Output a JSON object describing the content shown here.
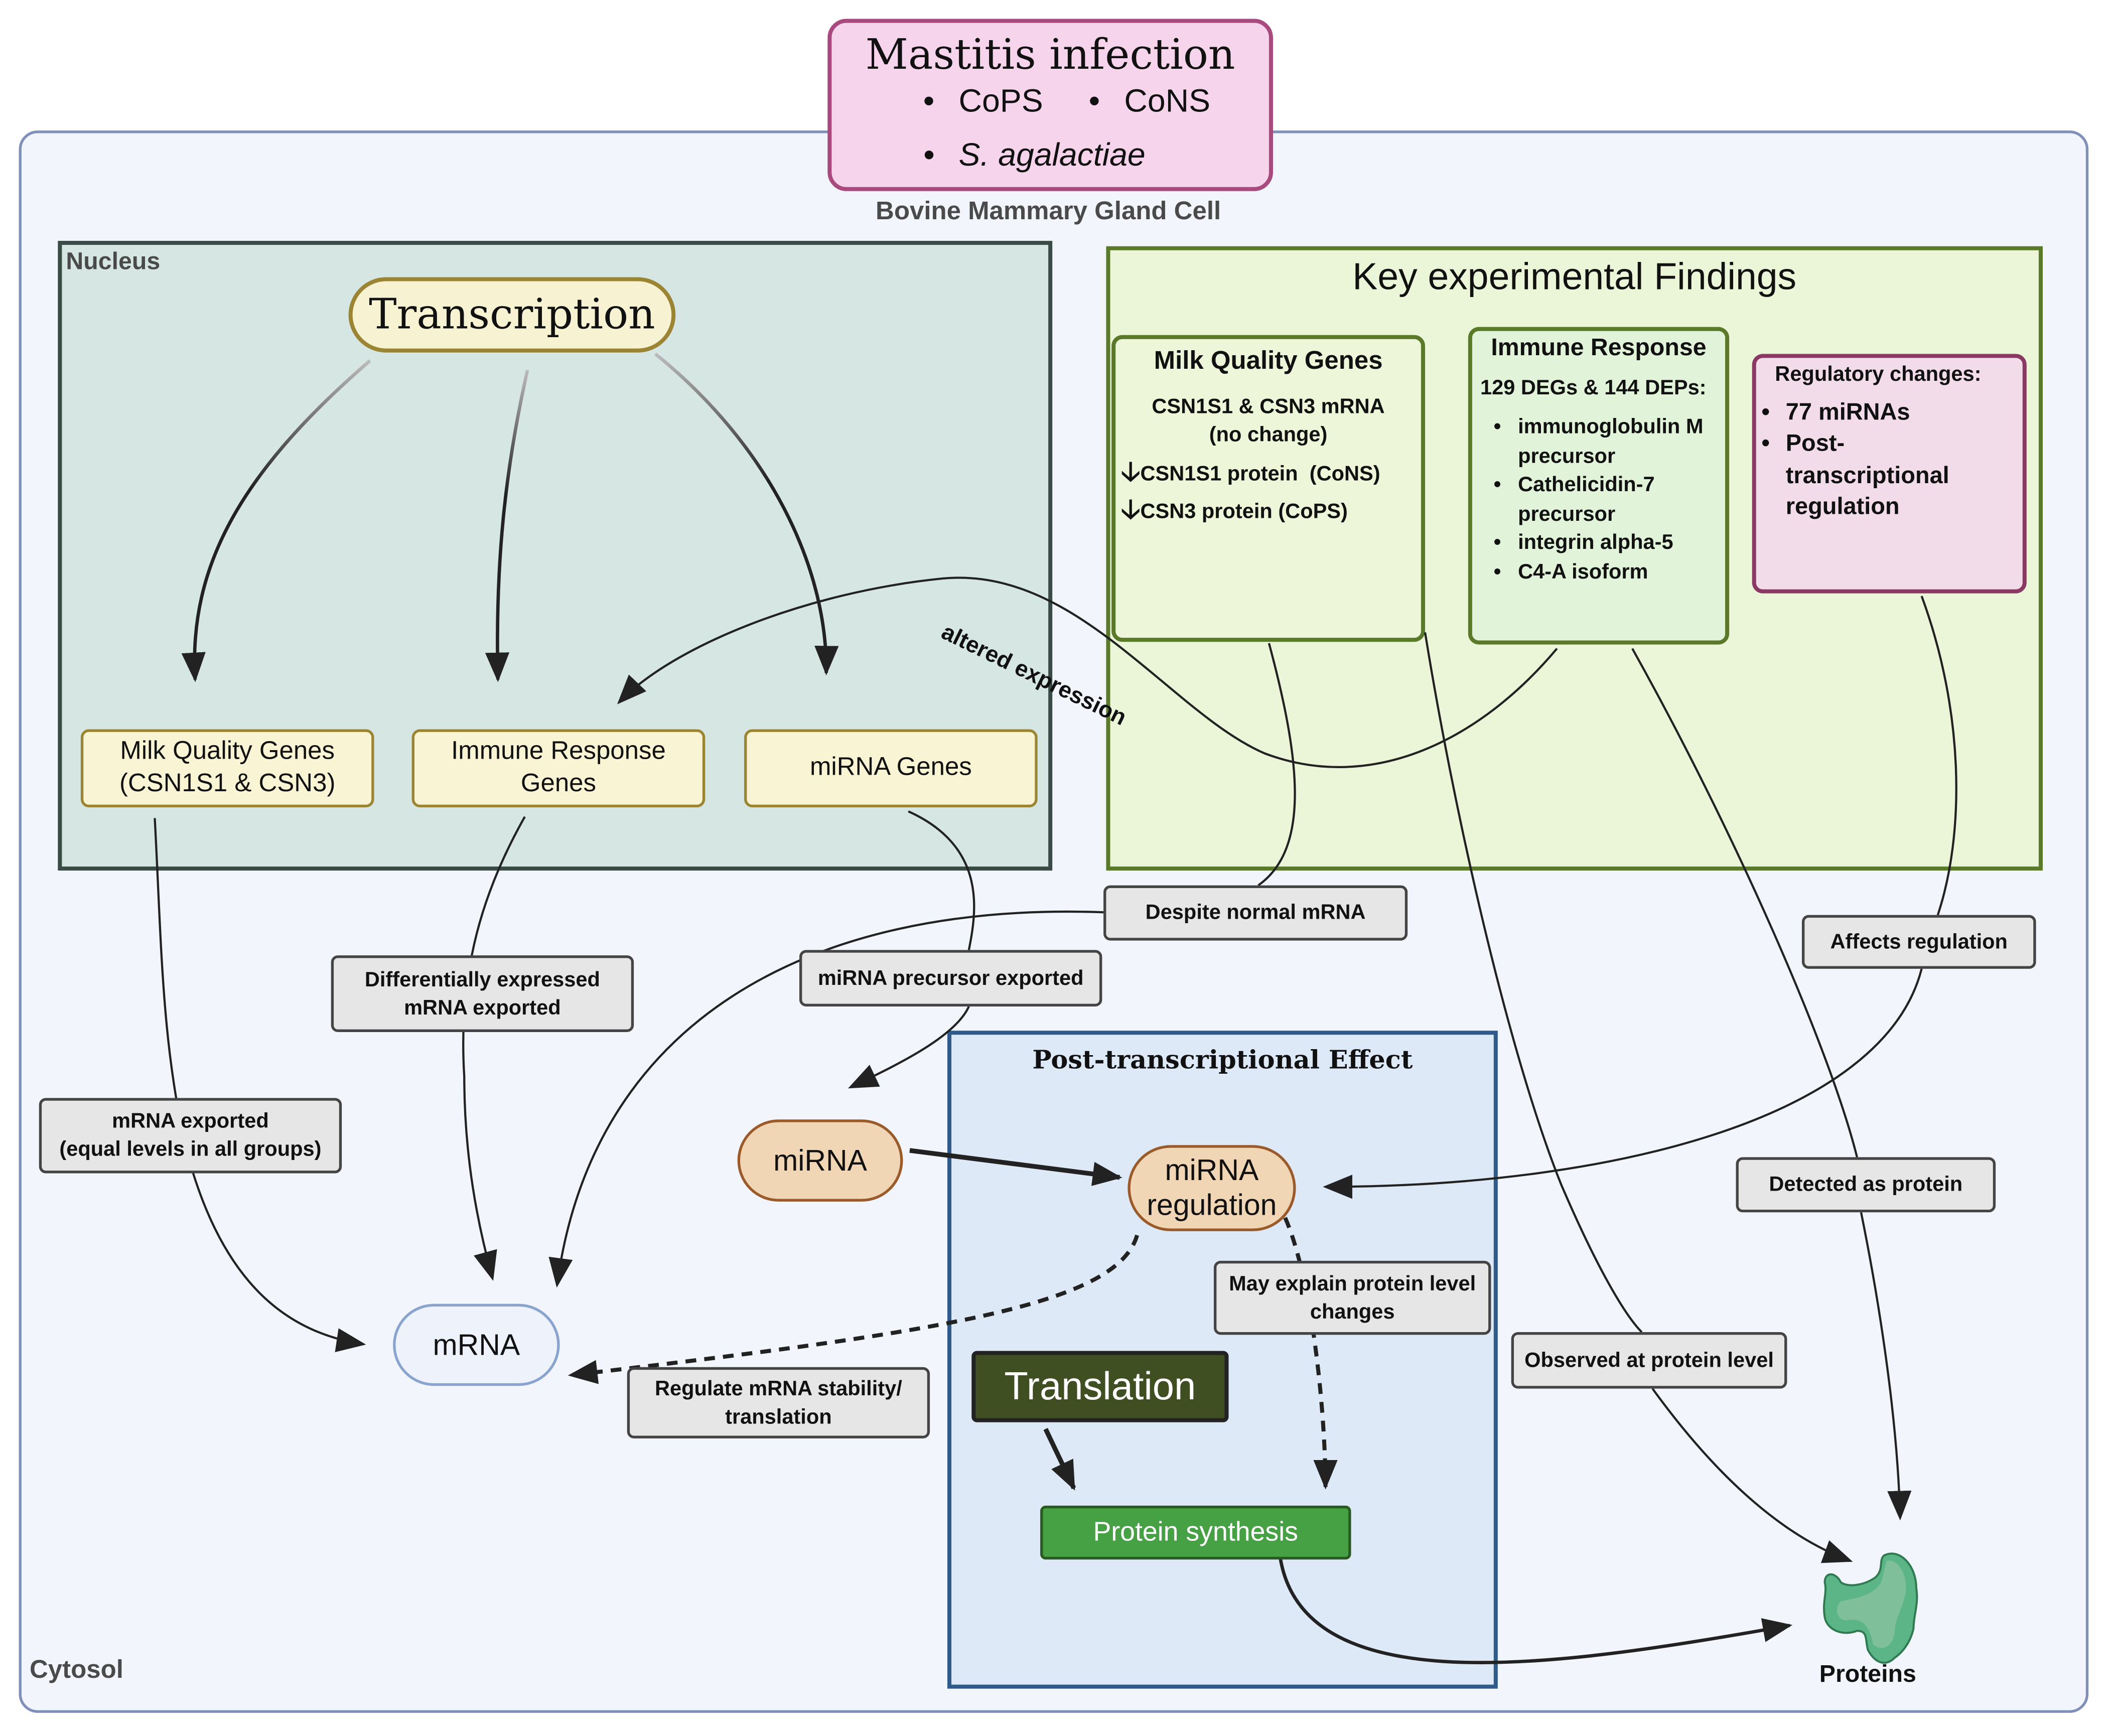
{
  "mastitis": {
    "title": "Mastitis infection",
    "bullets": [
      "CoPS",
      "CoNS",
      "S. agalactiae"
    ]
  },
  "cell_label": "Bovine Mammary Gland Cell",
  "cytosol_label": "Cytosol",
  "nucleus": {
    "label": "Nucleus",
    "transcription": "Transcription",
    "genes": [
      "Milk Quality Genes\n(CSN1S1 & CSN3)",
      "Immune Response\nGenes",
      "miRNA Genes"
    ]
  },
  "findings": {
    "title": "Key experimental Findings",
    "milk": {
      "title": "Milk Quality Genes",
      "line1": "CSN1S1 & CSN3 mRNA",
      "line2": "(no change)",
      "down1": "CSN1S1 protein  (CoNS)",
      "down2": "CSN3 protein (CoPS)",
      "arrow_icon": "down-arrow"
    },
    "immune": {
      "title": "Immune Response",
      "subtitle": "129 DEGs & 144 DEPs:",
      "items": [
        "immunoglobulin M precursor",
        "Cathelicidin-7 precursor",
        "integrin alpha-5",
        "C4-A isoform"
      ]
    },
    "regulatory": {
      "title": "Regulatory changes:",
      "items": [
        "77 miRNAs",
        "Post-transcriptional regulation"
      ]
    }
  },
  "labels": {
    "altered": "altered expression",
    "despite": "Despite normal mRNA",
    "affects": "Affects regulation",
    "diff": "Differentially expressed\nmRNA exported",
    "precursor": "miRNA precursor exported",
    "mrna_exported": "mRNA exported\n(equal levels in all groups)",
    "detected": "Detected as protein",
    "may_explain": "May explain protein level\nchanges",
    "observed": "Observed at protein level",
    "regulate": "Regulate mRNA stability/\ntranslation"
  },
  "post": {
    "title": "Post-transcriptional Effect",
    "translation": "Translation",
    "protein_synthesis": "Protein synthesis"
  },
  "nodes": {
    "mirna": "miRNA",
    "mirna_reg": "miRNA\nregulation",
    "mrna": "mRNA",
    "proteins": "Proteins"
  },
  "colors": {
    "protein_fill": "#5cb587",
    "protein_synth": "#46a044",
    "translation": "#3f4f22"
  }
}
